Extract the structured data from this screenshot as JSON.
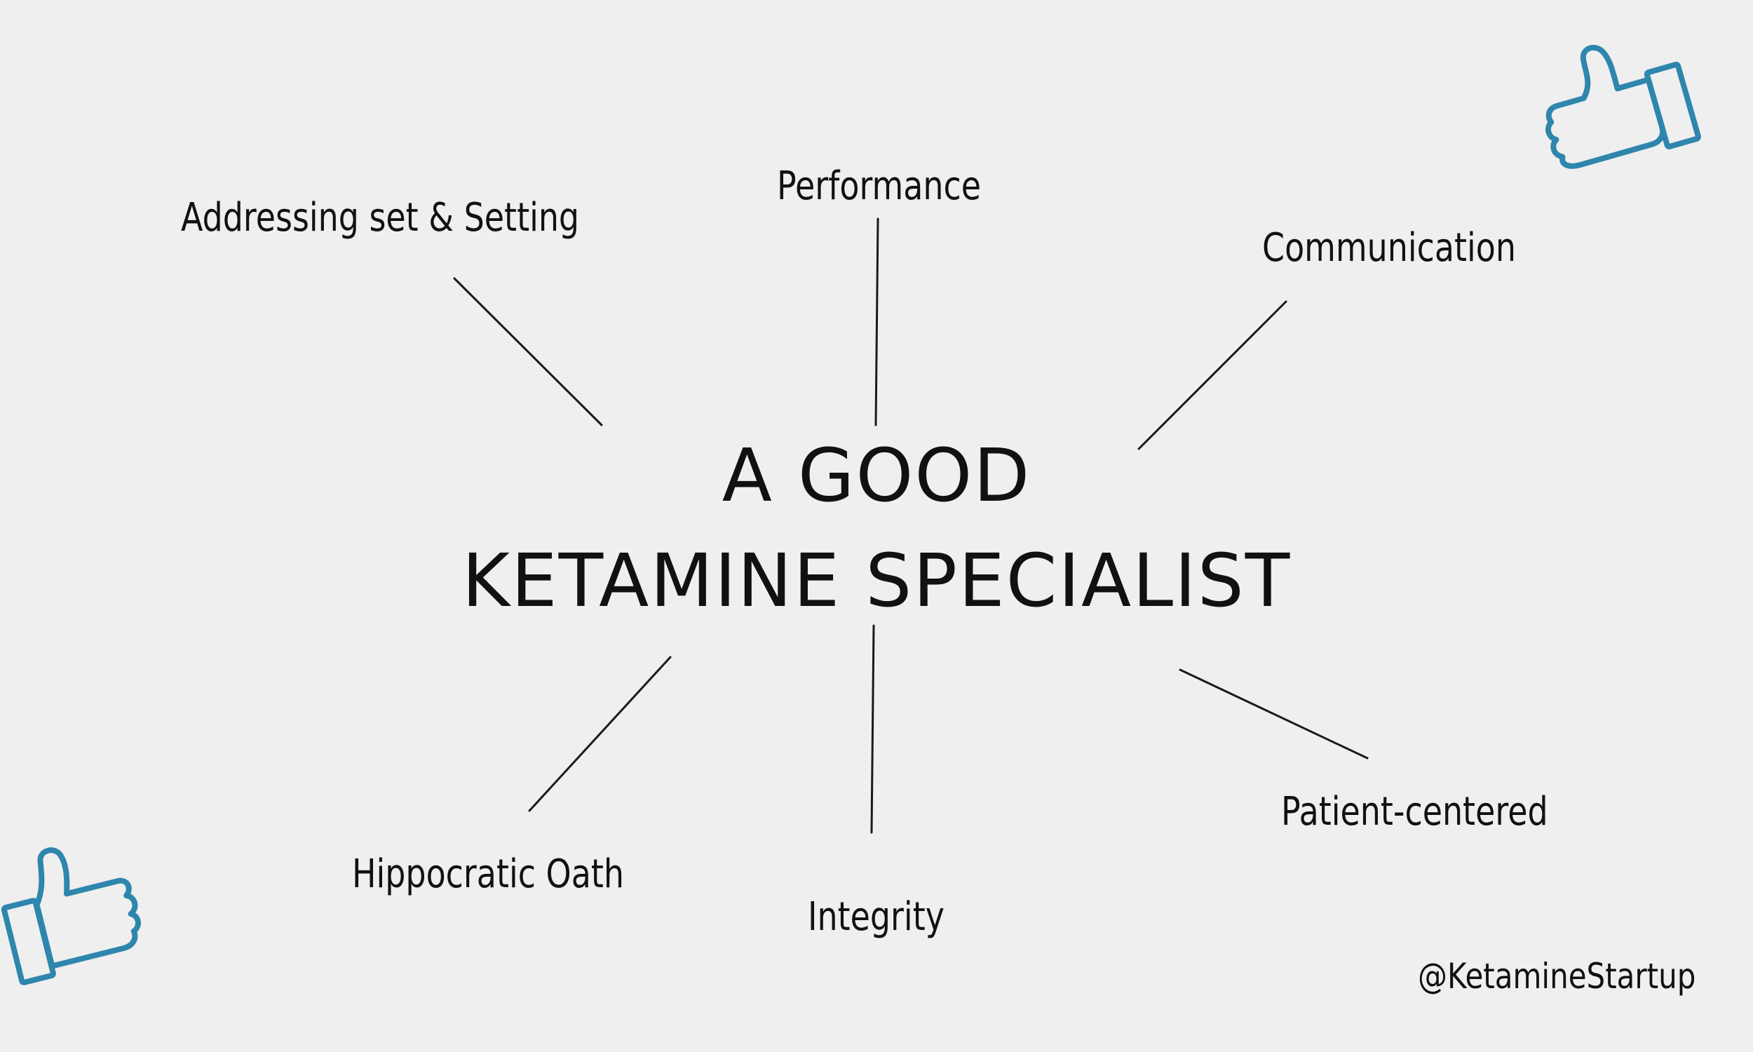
{
  "center": {
    "line1": "A GOOD",
    "line2": "KETAMINE SPECIALIST"
  },
  "nodes": [
    {
      "id": "addressing",
      "label": "Addressing set & Setting"
    },
    {
      "id": "performance",
      "label": "Performance"
    },
    {
      "id": "communication",
      "label": "Communication"
    },
    {
      "id": "hippocratic",
      "label": "Hippocratic Oath"
    },
    {
      "id": "integrity",
      "label": "Integrity"
    },
    {
      "id": "patient",
      "label": "Patient-centered"
    }
  ],
  "footer": {
    "handle": "@KetamineStartup"
  },
  "icons": {
    "top_right": "thumbs-up-icon",
    "bottom_left": "thumbs-up-icon"
  },
  "colors": {
    "background": "#efefef",
    "text": "#111111",
    "icon_stroke": "#2f86ad"
  }
}
